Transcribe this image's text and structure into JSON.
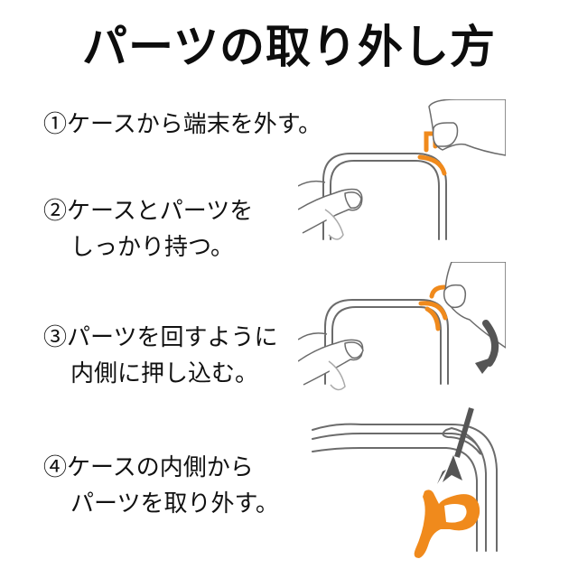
{
  "title": "パーツの取り外し方",
  "steps": [
    {
      "number": "①",
      "line1": "ケースから端末を外す。",
      "line2": ""
    },
    {
      "number": "②",
      "line1": "ケースとパーツを",
      "line2": "しっかり持つ。"
    },
    {
      "number": "③",
      "line1": "パーツを回すように",
      "line2": "内側に押し込む。"
    },
    {
      "number": "④",
      "line1": "ケースの内側から",
      "line2": "パーツを取り外す。"
    }
  ],
  "colors": {
    "accent_orange": "#F08A1C",
    "line_gray": "#6b6b6b",
    "arrow_gray": "#555555",
    "text": "#111111"
  }
}
